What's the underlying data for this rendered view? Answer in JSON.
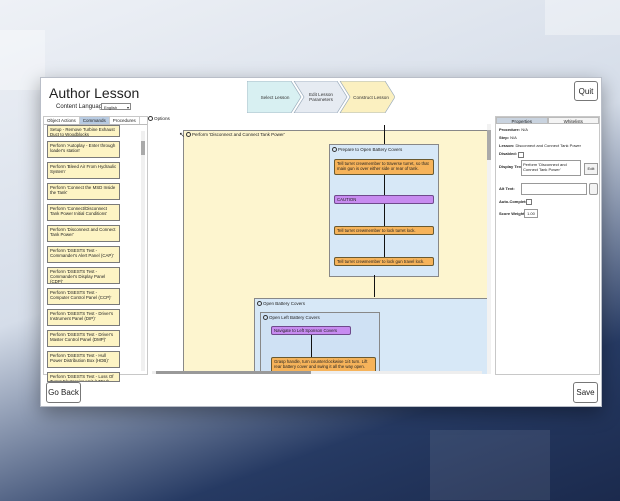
{
  "window": {
    "title": "Author Lesson",
    "content_language_label": "Content Language:",
    "content_language_value": "English"
  },
  "header": {
    "quit_label": "Quit",
    "steps": [
      {
        "label": "Select Lesson"
      },
      {
        "label": "Edit Lesson Parameters"
      },
      {
        "label": "Construct Lesson"
      }
    ]
  },
  "left_panel": {
    "tabs": [
      "Object Actions",
      "Commands",
      "Procedures"
    ],
    "items": [
      "Setup - Remove Turbine Exhaust Duct to Woodblocks",
      "Perform 'Autoplay - Enter through loader's station'",
      "Perform 'Bleed Air From Hydraulic System'",
      "Perform 'Connect the MSD Inside the Tank'",
      "Perform 'Connect/Disconnect Tank Power Initial Conditions'",
      "Perform 'Disconnect and Connect Tank Power'",
      "Perform 'DSESTS Test - Commander's Alert Panel (CAP)'",
      "Perform 'DSESTS Test - Commander's Display Panel (CDP)'",
      "Perform 'DSESTS Test - Computer Control Panel (CCP)'",
      "Perform 'DSESTS Test - Driver's Instrument Panel (DIP)'",
      "Perform 'DSESTS Test - Driver's Master Control Panel (DMP)'",
      "Perform 'DSESTS Test - Hull Power Distribution Box (HDB)'",
      "Perform 'DSESTS Test - Loss Of Turret Electronics Unit (LTEU)'"
    ]
  },
  "canvas": {
    "options_label": "Options",
    "perform_label": "Perform 'Disconnect and Connect Tank Power'",
    "prepare_label": "Prepare to Open Battery Covers",
    "prepare_nodes": [
      "Tell turret crewmember to traverse turret, so that main gun is over either side or rear of tank.",
      "CAUTION",
      "Tell turret crewmember to lock turret lock.",
      "Tell turret crewmember to lock gun travel lock."
    ],
    "open_battery_label": "Open Battery Covers",
    "open_left_label": "Open Left Battery Covers",
    "open_left_nodes": [
      "Navigate to Left Sponson Covers",
      "Grasp handle, turn counterclockwise 1/4 turn. Lift rear battery cover and swing it all the way open."
    ]
  },
  "right_panel": {
    "tabs": [
      "Properties",
      "Whitelists"
    ],
    "procedure_label": "Procedure:",
    "procedure_value": "N/A",
    "step_label": "Step:",
    "step_value": "N/A",
    "lesson_label": "Lesson:",
    "lesson_value": "Disconnect and Connect Tank Power",
    "disabled_label": "Disabled:",
    "display_text_label": "Display Text:",
    "display_text_value": "Perform 'Disconnect and Connect Tank Power'",
    "edit_button": "Edit",
    "alt_text_label": "Alt Text:",
    "alt_text_value": "",
    "auto_complete_label": "Auto-Complete:",
    "score_weight_label": "Score Weight:",
    "score_weight_value": "1.00"
  },
  "footer": {
    "go_back_label": "Go Back",
    "save_label": "Save"
  },
  "colors": {
    "accent": "#b8cbe2",
    "node_orange": "#f6b35a",
    "node_purple": "#c78bf0",
    "perform_bg": "#fdf5cf",
    "group_bg": "#d7e8f7"
  }
}
